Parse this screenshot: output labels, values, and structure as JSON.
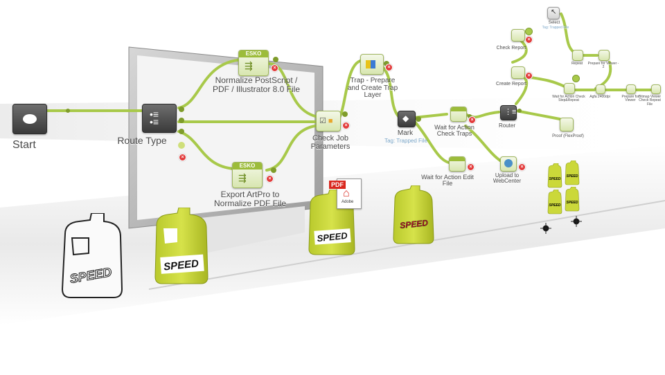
{
  "colors": {
    "connector": "#a8c94a",
    "connector_dark": "#7f9c2b",
    "error": "#e23b3b",
    "bottle_green": "#c6d63a",
    "tag_blue": "#7aa6c8"
  },
  "nodes": {
    "start": "Start",
    "route_type": "Route Type",
    "normalize": "Normalize PostScript / PDF / Illustrator 8.0 File",
    "export": "Export ArtPro to Normalize PDF File",
    "check_job": "Check Job Parameters",
    "trap": "Trap - Prepare and Create Trap Layer",
    "mark": "Mark",
    "mark_tag": "Tag: Trapped File",
    "wait_check": "Wait for Action Check Traps",
    "wait_edit": "Wait for Action Edit File",
    "router": "Router",
    "upload": "Upload to WebCenter",
    "proof": "Proof (FlexProof)",
    "check_report": "Check Report",
    "create_report": "Create Report",
    "select": "Select",
    "select_tag": "Tag: Trapped File",
    "repeat": "Repeat",
    "prepare_viewer_2": "Prepare for Viewer - 2",
    "wait_steprepeat": "Wait for Action Check Step&Repeat",
    "agfa": "Agfa 2400dpi",
    "prepare_viewer": "Prepare for Viewer",
    "bitmap_viewer": "Bitmap Viewer Check Repeat File"
  },
  "badges": {
    "esko": "ESKO",
    "pdf": "PDF",
    "adobe": "Adobe"
  },
  "bottle_text": "SPEED"
}
